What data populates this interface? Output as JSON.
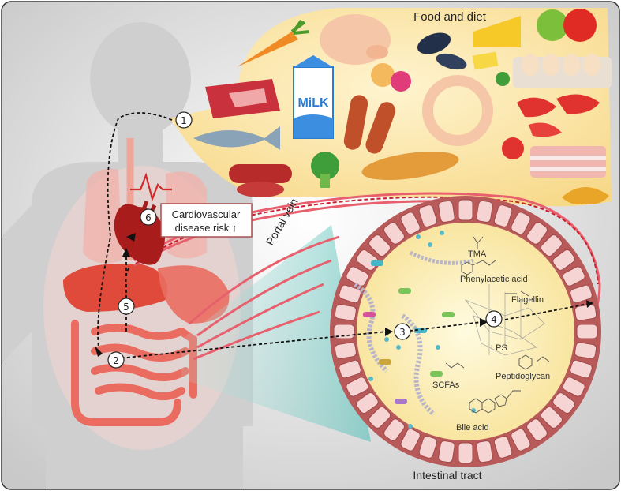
{
  "title_food": "Food and diet",
  "milk_text": "MiLK",
  "portal_vein": "Portal vein",
  "intestinal_tract": "Intestinal tract",
  "cvd_label": [
    "Cardiovascular",
    "disease risk ↑"
  ],
  "steps": [
    "①",
    "②",
    "③",
    "④",
    "⑤",
    "⑥"
  ],
  "metabolites": [
    "TMA",
    "Phenylacetic acid",
    "Flagellin",
    "LPS",
    "Peptidoglycan",
    "SCFAs",
    "Bile acid"
  ],
  "colors": {
    "body": "#d6d6d6",
    "food_bg": "#fbe3a8",
    "organ": "#e96b5c",
    "heart": "#a81c1c",
    "lumen": "#fff2b8",
    "wall": "#b05050",
    "vessel": "#e8606e",
    "teal": "#7fcfc9"
  }
}
